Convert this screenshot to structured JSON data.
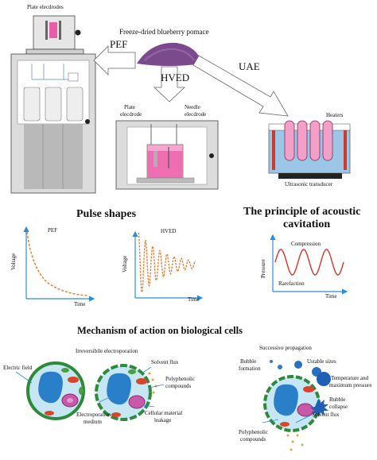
{
  "top": {
    "plate_electrodes": "Plate elecdrodes",
    "freeze_dried": "Freeze-dried blueberry pomace",
    "pef": "PEF",
    "hved": "HVED",
    "uae": "UAE",
    "plate_electrode": [
      "Plate",
      "elecdrode"
    ],
    "needle_electrode": [
      "Needle",
      "elecdrode"
    ],
    "heaters": "Heaters",
    "ultrasonic_transducer": "Ultrasonic transducer"
  },
  "middle": {
    "pulse_shapes_title": "Pulse shapes",
    "cavitation_title": [
      "The principle of acoustic",
      "cavitation"
    ],
    "pef_chart": {
      "label": "PEF",
      "ylabel": "Voltage",
      "xlabel": "Time"
    },
    "hved_chart": {
      "label": "HVED",
      "ylabel": "Voltage",
      "xlabel": "Time"
    },
    "cavitation_chart": {
      "ylabel": "Pressure",
      "xlabel": "Time",
      "compression": "Compression",
      "rarefaction": "Rarefaction"
    }
  },
  "bottom": {
    "mechanism_title": "Mechanism of action on biological cells",
    "irreversible": "Irreversibile  electroporation",
    "electric_field": "Electric field",
    "solvent_flux_left": "Solvent flux",
    "polyphenolic_left": [
      "Polyphenolic",
      "compounds"
    ],
    "electroporation_medium": [
      "Electroporation",
      "medium"
    ],
    "cellular_leakage": [
      "Cellular material",
      "leakage"
    ],
    "successive_propagation": "Successive propagation",
    "bubble_formation": [
      "Bubble",
      "formation"
    ],
    "unstable_sizes": "Ustable sizes",
    "temperature_pressure": [
      "Temperature and",
      "maximum pressure"
    ],
    "bubble_collapse": [
      "Bubble",
      "collapse"
    ],
    "solvent_flux_right": "Solvent flux",
    "polyphenolic_right": [
      "Polyphenolic",
      "compounds"
    ]
  },
  "colors": {
    "pink": "#e8449a",
    "orange": "#e8772a",
    "blue_axis": "#2a8fd8",
    "cell_blue": "#bfe0f0",
    "nucleus": "#2a7fc9",
    "red_wave": "#d8332a",
    "grey": "#e5e5e5"
  }
}
